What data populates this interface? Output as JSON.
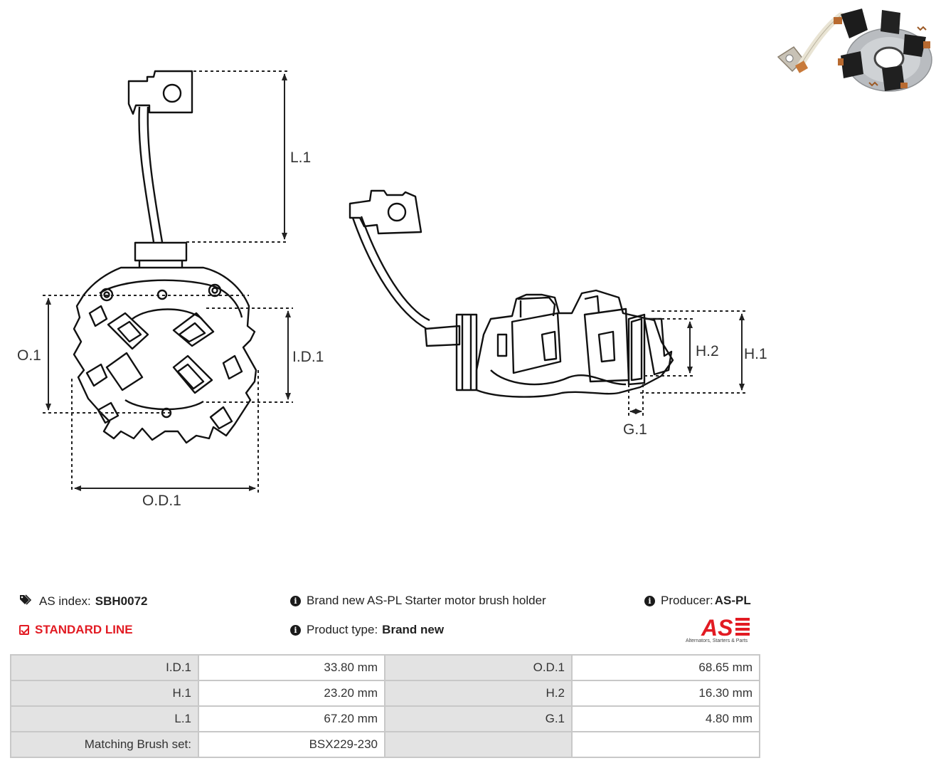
{
  "dimension_labels": {
    "l1": "L.1",
    "o1": "O.1",
    "id1": "I.D.1",
    "od1": "O.D.1",
    "h1": "H.1",
    "h2": "H.2",
    "g1": "G.1"
  },
  "info": {
    "as_index_label": "AS index:",
    "as_index_value": "SBH0072",
    "description": "Brand new AS-PL Starter motor brush holder",
    "producer_label": "Producer:",
    "producer_value": "AS-PL",
    "standard_line": "STANDARD LINE",
    "product_type_label": "Product type:",
    "product_type_value": "Brand new"
  },
  "logo": {
    "mark": "AS",
    "tagline": "Alternators, Starters & Parts",
    "color": "#e21b23"
  },
  "icons": {
    "tag": "tag-icon",
    "info": "info-circle-icon",
    "check": "check-square-icon"
  },
  "specs": [
    {
      "l1": "I.D.1",
      "v1": "33.80 mm",
      "l2": "O.D.1",
      "v2": "68.65 mm"
    },
    {
      "l1": "H.1",
      "v1": "23.20 mm",
      "l2": "H.2",
      "v2": "16.30 mm"
    },
    {
      "l1": "L.1",
      "v1": "67.20 mm",
      "l2": "G.1",
      "v2": "4.80 mm"
    },
    {
      "l1": "Matching Brush set:",
      "v1": "BSX229-230",
      "l2": "",
      "v2": ""
    }
  ]
}
